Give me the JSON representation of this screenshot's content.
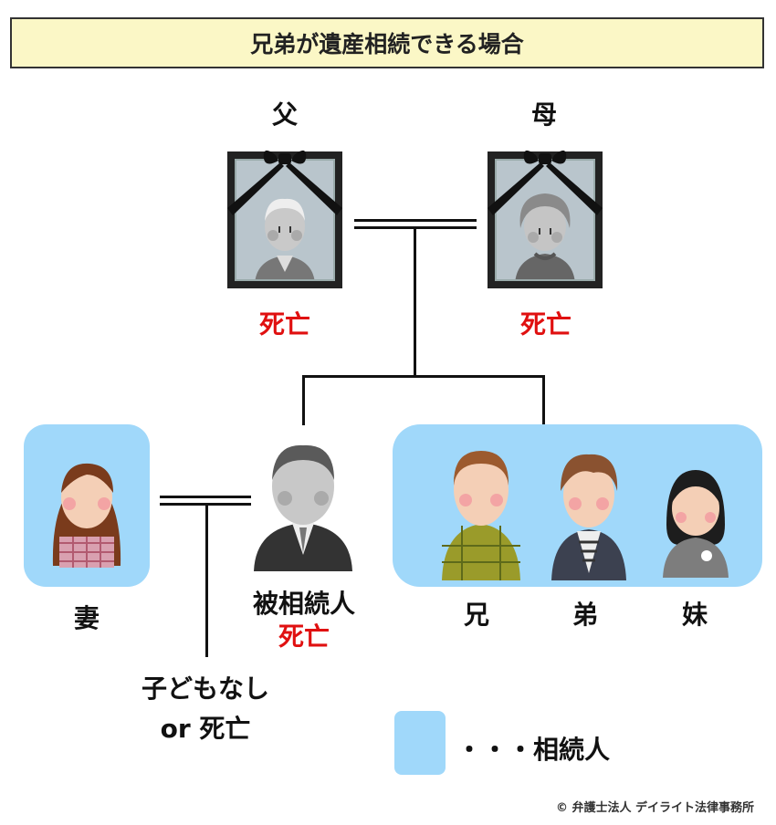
{
  "title": "兄弟が遺産相続できる場合",
  "father": {
    "label": "父",
    "status": "死亡"
  },
  "mother": {
    "label": "母",
    "status": "死亡"
  },
  "wife": {
    "label": "妻"
  },
  "deceased": {
    "label": "被相続人",
    "status": "死亡"
  },
  "children_note": {
    "line1": "子どもなし",
    "line2": "or 死亡"
  },
  "siblings": [
    {
      "label": "兄"
    },
    {
      "label": "弟"
    },
    {
      "label": "妹"
    }
  ],
  "legend": {
    "label": "・・・相続人",
    "color": "#a0d8fa"
  },
  "credit": "© 弁護士法人 デイライト法律事務所",
  "colors": {
    "deceased_text": "#e01010",
    "title_bg": "#fbf7c6",
    "heir_bg": "#a0d8fa"
  }
}
